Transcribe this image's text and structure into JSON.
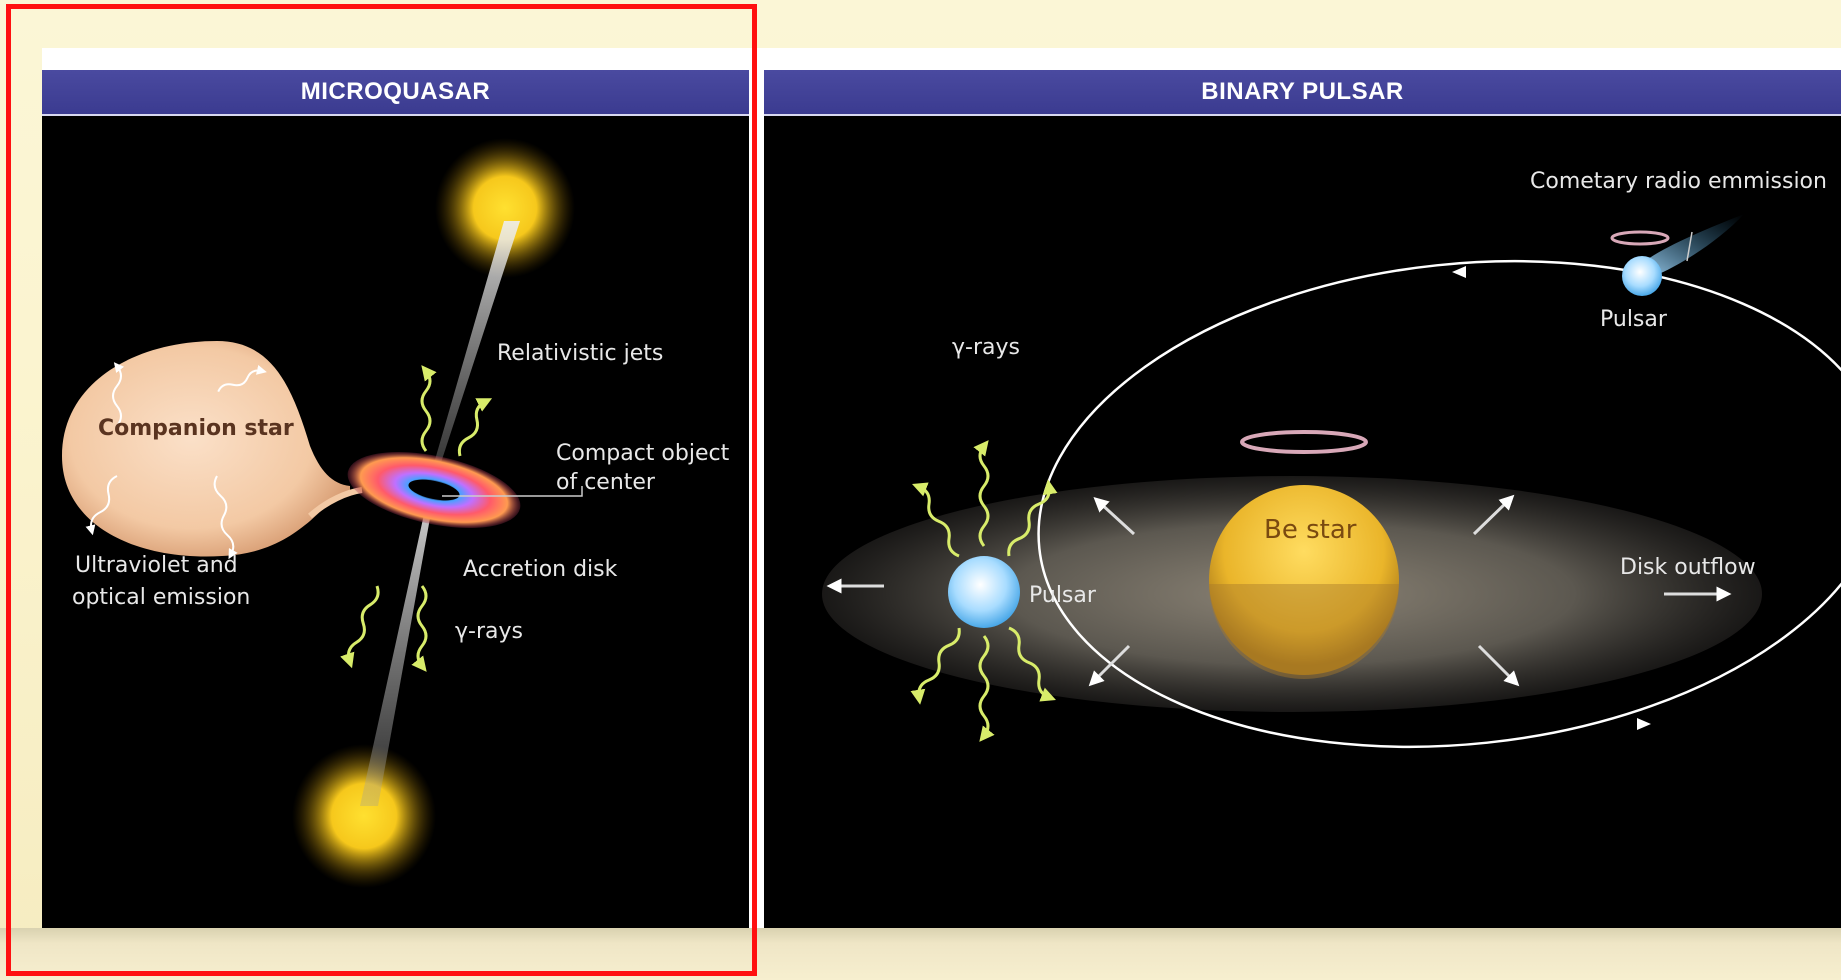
{
  "microquasar": {
    "title": "MICROQUASAR",
    "labels": {
      "relativistic_jets": "Relativistic jets",
      "companion_star": "Companion star",
      "compact_object_1": "Compact object",
      "compact_object_2": "of center",
      "accretion_disk": "Accretion disk",
      "uv_1": "Ultraviolet and",
      "uv_2": "optical emission",
      "gamma_rays": "γ-rays"
    }
  },
  "binary_pulsar": {
    "title": "BINARY PULSAR",
    "labels": {
      "cometary": "Cometary radio emmission",
      "pulsar_top": "Pulsar",
      "gamma_rays": "γ-rays",
      "be_star": "Be star",
      "pulsar_left": "Pulsar",
      "disk_outflow": "Disk outflow"
    }
  },
  "colors": {
    "header_bg": "#3b3b90",
    "selection_border": "#ff1010",
    "gamma_wave": "#d8ec6a"
  }
}
